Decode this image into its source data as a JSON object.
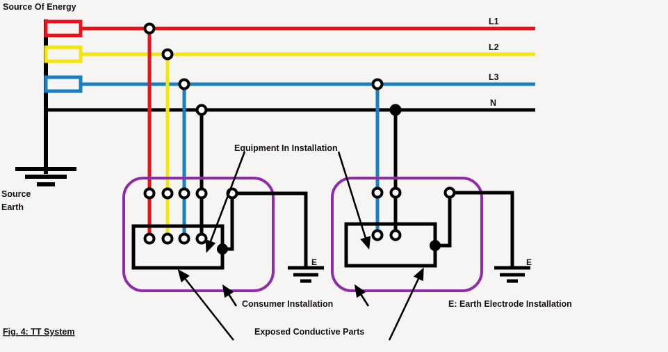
{
  "figure": {
    "caption": "Fig. 4: TT System",
    "source_title": "Source Of Energy",
    "source_earth_line1": "Source",
    "source_earth_line2": "Earth"
  },
  "phase_labels": [
    {
      "name": "L1",
      "color": "#e8131b"
    },
    {
      "name": "L2",
      "color": "#f5e50a"
    },
    {
      "name": "L3",
      "color": "#1a7fc1"
    },
    {
      "name": "N",
      "color": "#000000"
    }
  ],
  "callouts": {
    "equipment": "Equipment In Installation",
    "consumer": "Consumer Installation",
    "exposed": "Exposed Conductive Parts",
    "earth_electrode": "E: Earth Electrode Installation"
  },
  "electrode_marks": {
    "left": "E",
    "right": "E"
  },
  "colors": {
    "background": "#f7f5f4",
    "line_red": "#e8131b",
    "line_yellow": "#f5e50a",
    "line_blue": "#1a7fc1",
    "line_black": "#000000",
    "installation_boundary": "#8e2ca8",
    "text": "#141210"
  },
  "installations": [
    {
      "id": "left-consumer-installation",
      "terminals": [
        "L1",
        "L2",
        "L3",
        "N",
        "E"
      ],
      "equipment_terminals": [
        "L1",
        "L2",
        "L3",
        "N"
      ]
    },
    {
      "id": "right-consumer-installation",
      "terminals": [
        "L3",
        "N",
        "E"
      ],
      "equipment_terminals": [
        "L3",
        "N"
      ]
    }
  ]
}
